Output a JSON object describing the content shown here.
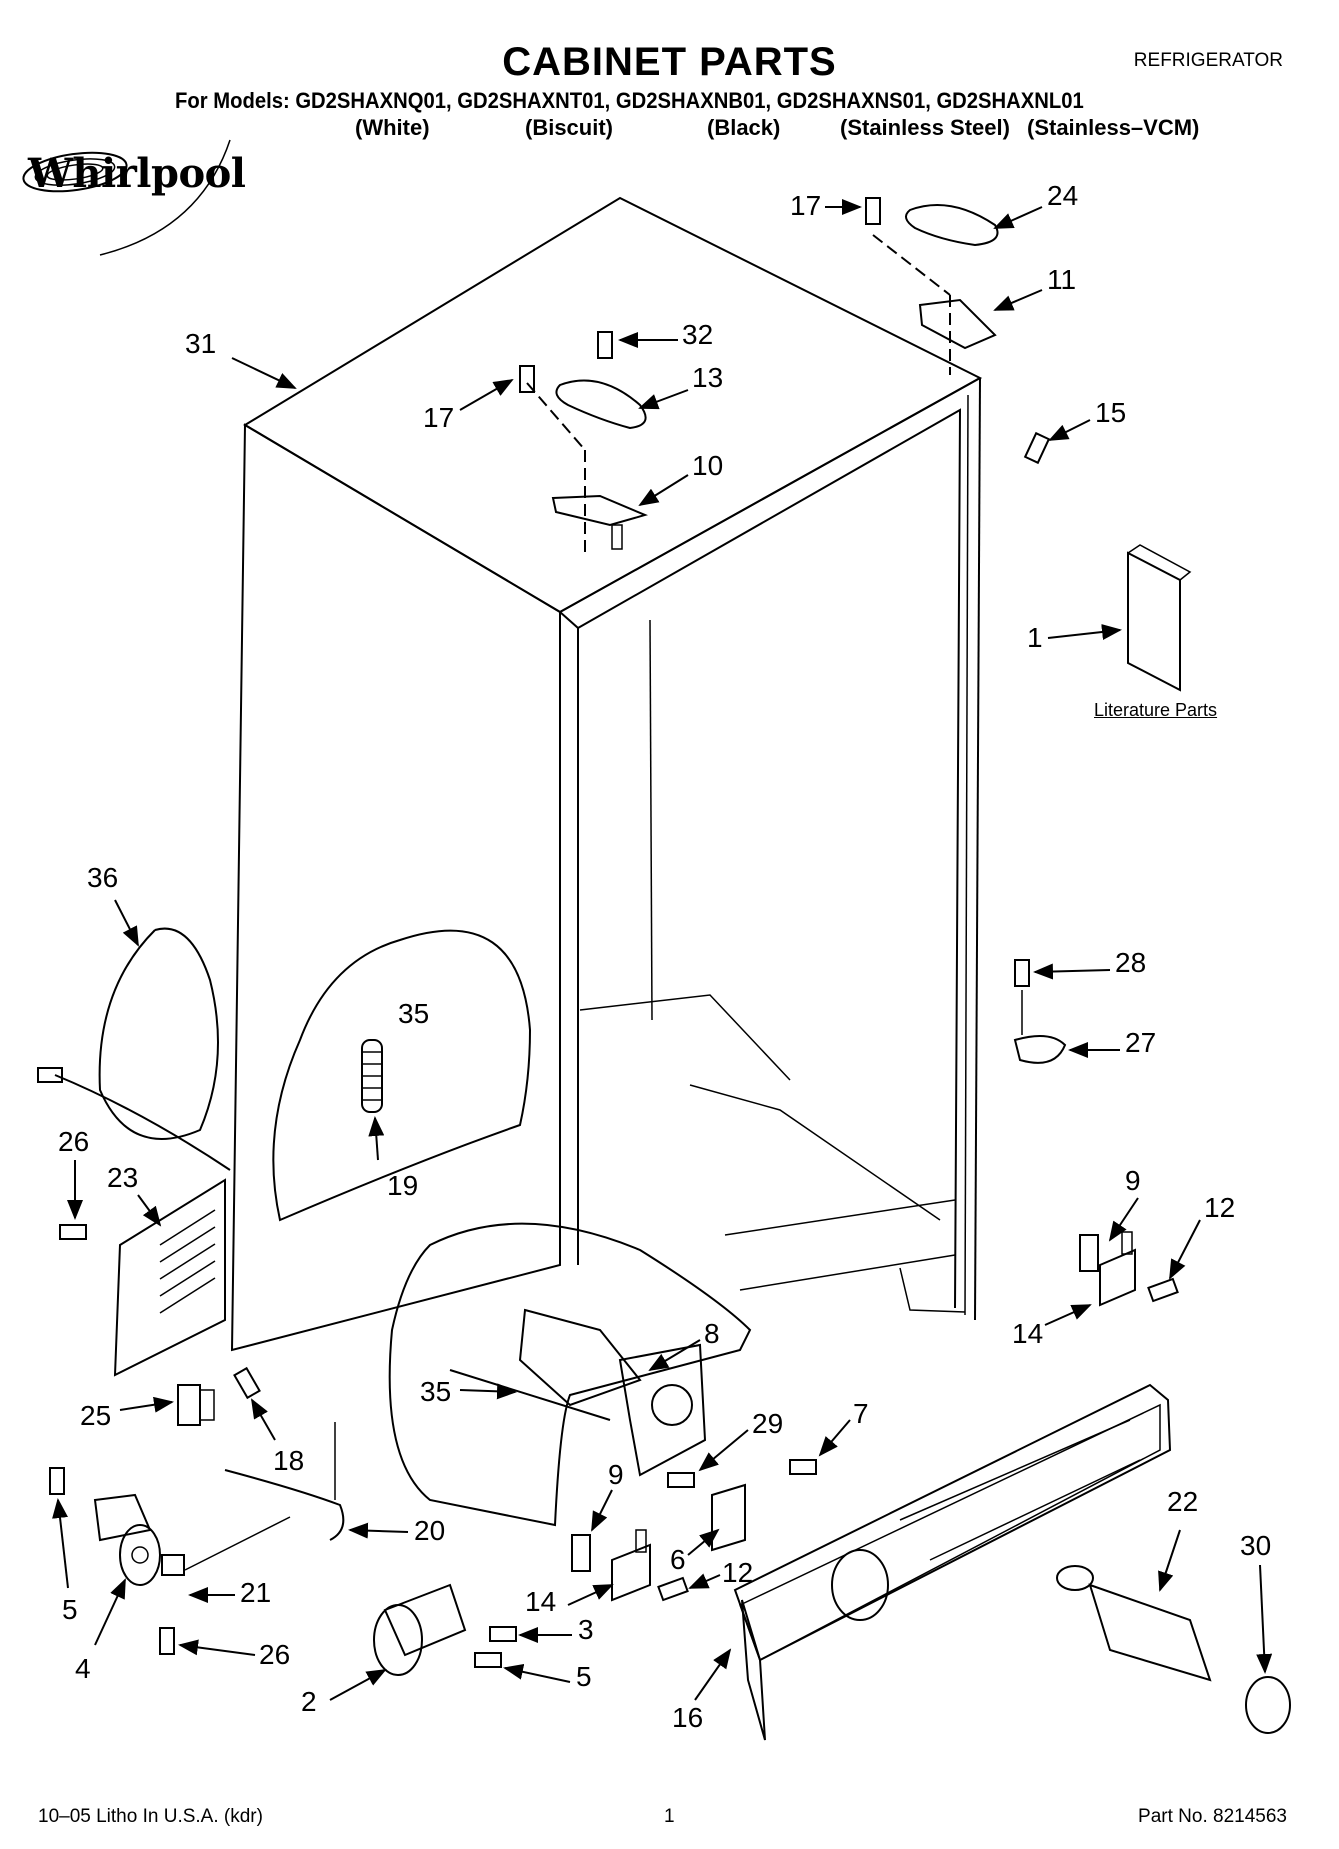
{
  "header": {
    "title": "CABINET PARTS",
    "appliance": "REFRIGERATOR",
    "models_line": "For Models: GD2SHAXNQ01, GD2SHAXNT01, GD2SHAXNB01, GD2SHAXNS01, GD2SHAXNL01",
    "colors": [
      "(White)",
      "(Biscuit)",
      "(Black)",
      "(Stainless Steel)",
      "(Stainless–VCM)"
    ]
  },
  "brand": "Whirlpool",
  "literature_label": "Literature Parts",
  "callouts": [
    {
      "id": "c-31",
      "text": "31"
    },
    {
      "id": "c-17a",
      "text": "17"
    },
    {
      "id": "c-24",
      "text": "24"
    },
    {
      "id": "c-11",
      "text": "11"
    },
    {
      "id": "c-32",
      "text": "32"
    },
    {
      "id": "c-13",
      "text": "13"
    },
    {
      "id": "c-17b",
      "text": "17"
    },
    {
      "id": "c-15",
      "text": "15"
    },
    {
      "id": "c-10",
      "text": "10"
    },
    {
      "id": "c-1",
      "text": "1"
    },
    {
      "id": "c-36",
      "text": "36"
    },
    {
      "id": "c-35a",
      "text": "35"
    },
    {
      "id": "c-28",
      "text": "28"
    },
    {
      "id": "c-27",
      "text": "27"
    },
    {
      "id": "c-26a",
      "text": "26"
    },
    {
      "id": "c-23",
      "text": "23"
    },
    {
      "id": "c-19",
      "text": "19"
    },
    {
      "id": "c-9a",
      "text": "9"
    },
    {
      "id": "c-12a",
      "text": "12"
    },
    {
      "id": "c-14a",
      "text": "14"
    },
    {
      "id": "c-8",
      "text": "8"
    },
    {
      "id": "c-25",
      "text": "25"
    },
    {
      "id": "c-35b",
      "text": "35"
    },
    {
      "id": "c-29",
      "text": "29"
    },
    {
      "id": "c-7",
      "text": "7"
    },
    {
      "id": "c-18",
      "text": "18"
    },
    {
      "id": "c-9b",
      "text": "9"
    },
    {
      "id": "c-22",
      "text": "22"
    },
    {
      "id": "c-30",
      "text": "30"
    },
    {
      "id": "c-20",
      "text": "20"
    },
    {
      "id": "c-6",
      "text": "6"
    },
    {
      "id": "c-12b",
      "text": "12"
    },
    {
      "id": "c-5a",
      "text": "5"
    },
    {
      "id": "c-21",
      "text": "21"
    },
    {
      "id": "c-14b",
      "text": "14"
    },
    {
      "id": "c-3",
      "text": "3"
    },
    {
      "id": "c-26b",
      "text": "26"
    },
    {
      "id": "c-5b",
      "text": "5"
    },
    {
      "id": "c-4",
      "text": "4"
    },
    {
      "id": "c-2",
      "text": "2"
    },
    {
      "id": "c-16",
      "text": "16"
    }
  ],
  "footer": {
    "left": "10–05 Litho In U.S.A. (kdr)",
    "page": "1",
    "part_no": "Part No. 8214563"
  }
}
